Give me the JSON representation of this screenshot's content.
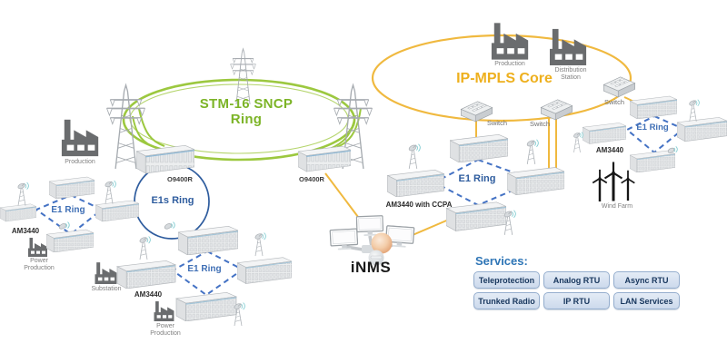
{
  "colors": {
    "sncp_green": "#9cc83f",
    "sncp_text": "#7cb427",
    "mpls_yellow": "#f0b93f",
    "mpls_text": "#eeb01e",
    "e1_blue": "#4472c4",
    "e1s_blue": "#2e5c9e",
    "services_header_blue": "#2e75b6",
    "badge_fill": "#dce6f2",
    "badge_border": "#95aece",
    "badge_text": "#17365d"
  },
  "rings": {
    "sncp_label": "STM-16 SNCP Ring",
    "mpls_label": "IP-MPLS Core",
    "e1s_label": "E1s Ring",
    "e1_labels": [
      "E1 Ring",
      "E1 Ring",
      "E1 Ring",
      "E1 Ring"
    ]
  },
  "devices": {
    "o9400r_left": "O9400R",
    "o9400r_right": "O9400R",
    "am3440_left": "AM3440",
    "am3440_mid": "AM3440",
    "am3440_right": "AM3440",
    "am3440_ccpa": "AM3440 with CCPA",
    "inms": "iNMS"
  },
  "switches": [
    "Switch",
    "Switch",
    "Switch"
  ],
  "sites": {
    "production_left": "Production",
    "power_production_left": "Power Production",
    "substation": "Substation",
    "power_production_mid": "Power Production",
    "production_core": "Production",
    "distribution_station": "Distribution Station",
    "wind_farm": "Wind Farm"
  },
  "services": {
    "header": "Services:",
    "items": [
      "Teleprotection",
      "Analog RTU",
      "Async RTU",
      "Trunked Radio",
      "IP RTU",
      "LAN Services"
    ]
  }
}
